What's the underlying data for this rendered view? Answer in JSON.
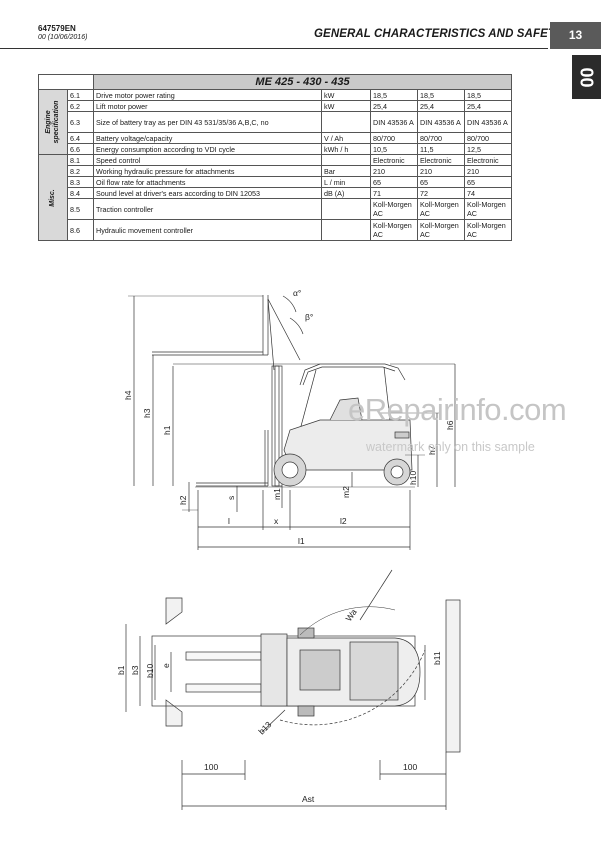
{
  "header": {
    "doc_code": "647579EN",
    "doc_date": "00 (10/06/2016)",
    "title": "GENERAL CHARACTERISTICS AND SAFETY",
    "page_number": "13",
    "section_tab": "00"
  },
  "table": {
    "model": "ME 425 - 430 - 435",
    "groups": [
      {
        "label": "Engine specification",
        "label_line1": "Engine",
        "label_line2": "specification"
      },
      {
        "label": "Misc."
      }
    ],
    "rows": [
      {
        "num": "6.1",
        "desc": "Drive motor power rating",
        "unit": "kW",
        "v1": "18,5",
        "v2": "18,5",
        "v3": "18,5"
      },
      {
        "num": "6.2",
        "desc": "Lift motor power",
        "unit": "kW",
        "v1": "25,4",
        "v2": "25,4",
        "v3": "25,4"
      },
      {
        "num": "6.3",
        "desc": "Size of battery tray as per DIN 43 531/35/36 A,B,C, no",
        "unit": "",
        "v1": "DIN 43536 A",
        "v2": "DIN 43536 A",
        "v3": "DIN 43536 A"
      },
      {
        "num": "6.4",
        "desc": "Battery voltage/capacity",
        "unit": "V / Ah",
        "v1": "80/700",
        "v2": "80/700",
        "v3": "80/700"
      },
      {
        "num": "6.6",
        "desc": "Energy consumption according to VDI cycle",
        "unit": "kWh / h",
        "v1": "10,5",
        "v2": "11,5",
        "v3": "12,5"
      },
      {
        "num": "8.1",
        "desc": "Speed control",
        "unit": "",
        "v1": "Electronic",
        "v2": "Electronic",
        "v3": "Electronic"
      },
      {
        "num": "8.2",
        "desc": "Working hydraulic pressure for attachments",
        "unit": "Bar",
        "v1": "210",
        "v2": "210",
        "v3": "210"
      },
      {
        "num": "8.3",
        "desc": "Oil flow rate for attachments",
        "unit": "L / min",
        "v1": "65",
        "v2": "65",
        "v3": "65"
      },
      {
        "num": "8.4",
        "desc": "Sound level at driver's ears according to DIN 12053",
        "unit": "dB (A)",
        "v1": "71",
        "v2": "72",
        "v3": "74"
      },
      {
        "num": "8.5",
        "desc": "Traction controller",
        "unit": "",
        "v1a": "Koll-Morgen",
        "v1b": "AC",
        "v2a": "Koll-Morgen",
        "v2b": "AC",
        "v3a": "Koll-Morgen",
        "v3b": "AC"
      },
      {
        "num": "8.6",
        "desc": "Hydraulic movement controller",
        "unit": "",
        "v1a": "Koll-Morgen",
        "v1b": "AC",
        "v2a": "Koll-Morgen",
        "v2b": "AC",
        "v3a": "Koll-Morgen",
        "v3b": "AC"
      }
    ]
  },
  "watermark": {
    "main": "eRepairinfo.com",
    "sub": "watermark only on this sample"
  },
  "drawing_side": {
    "labels": {
      "alpha": "α°",
      "beta": "β°",
      "h4": "h4",
      "h3": "h3",
      "h1": "h1",
      "h2": "h2",
      "s": "s",
      "m1": "m1",
      "m2": "m2",
      "h6": "h6",
      "h7": "h7",
      "h10": "h10",
      "l": "l",
      "x": "x",
      "l2": "l2",
      "l1": "l1"
    }
  },
  "drawing_top": {
    "labels": {
      "wa": "Wa",
      "b1": "b1",
      "b3": "b3",
      "b10": "b10",
      "e": "e",
      "b11": "b11",
      "b13": "b13",
      "d100_left": "100",
      "d100_right": "100",
      "ast": "Ast"
    }
  }
}
